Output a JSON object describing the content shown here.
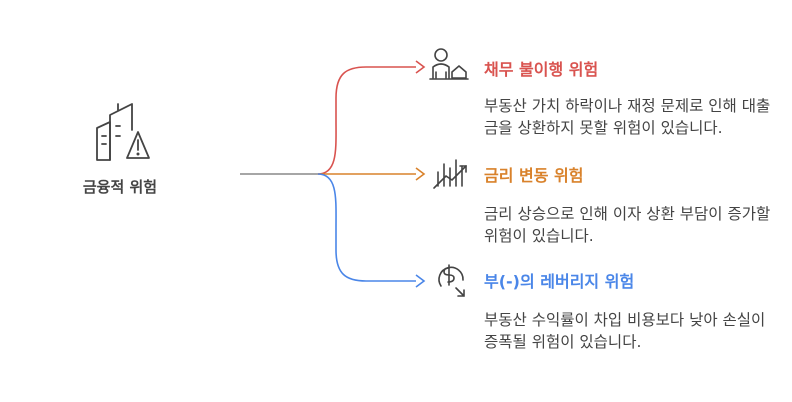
{
  "center": {
    "label": "금융적 위험",
    "icon": "buildings-warning-icon"
  },
  "branches": [
    {
      "title": "채무 불이행 위험",
      "description": "부동산 가치 하락이나 재정 문제로 인해 대출금을 상환하지 못할 위험이 있습니다.",
      "icon": "person-house-icon",
      "color": "#d9534f"
    },
    {
      "title": "금리 변동 위험",
      "description": "금리 상승으로 인해 이자 상환 부담이 증가할 위험이 있습니다.",
      "icon": "trend-up-chart-icon",
      "color": "#d9822b"
    },
    {
      "title": "부(-)의 레버리지 위험",
      "description": "부동산 수익률이 차입 비용보다 낮아 손실이 증폭될 위험이 있습니다.",
      "icon": "dollar-down-arrow-icon",
      "color": "#4a86e8"
    }
  ]
}
